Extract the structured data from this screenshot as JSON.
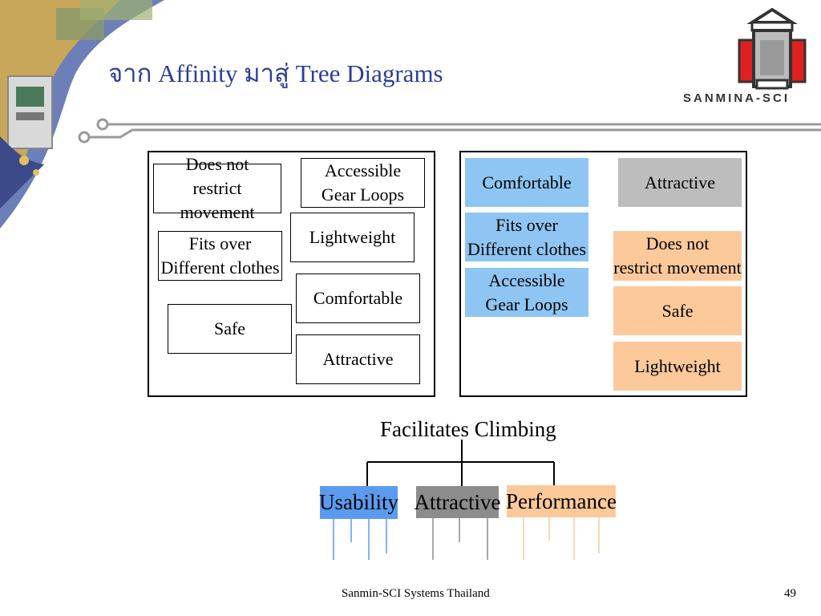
{
  "title": "จาก Affinity มาสู่ Tree Diagrams",
  "logo": {
    "text": "SANMINA-SCI"
  },
  "affinity_notes": [
    {
      "label": "Does not\nrestrict movement"
    },
    {
      "label": "Accessible\nGear Loops"
    },
    {
      "label": "Lightweight"
    },
    {
      "label": "Fits over\nDifferent clothes"
    },
    {
      "label": "Comfortable"
    },
    {
      "label": "Safe"
    },
    {
      "label": "Attractive"
    }
  ],
  "grouped_notes": {
    "usability": [
      {
        "label": "Comfortable"
      },
      {
        "label": "Fits over\nDifferent clothes"
      },
      {
        "label": "Accessible\nGear Loops"
      }
    ],
    "attractive": [
      {
        "label": "Attractive"
      }
    ],
    "performance": [
      {
        "label": "Does not\nrestrict movement"
      },
      {
        "label": "Safe"
      },
      {
        "label": "Lightweight"
      }
    ]
  },
  "tree": {
    "root": "Facilitates Climbing",
    "branches": [
      {
        "label": "Usability",
        "color": "#5b9bef"
      },
      {
        "label": "Attractive",
        "color": "#8c8c8c"
      },
      {
        "label": "Performance",
        "color": "#fcc99a"
      }
    ]
  },
  "colors": {
    "title": "#2c3e9c",
    "blue_note": "#8ec5f2",
    "gray_note": "#bdbdbd",
    "orange_note": "#fcc99a",
    "usability_line": "#5b9bef",
    "attractive_line": "#8c8c8c",
    "performance_line": "#fcc99a"
  },
  "footer": {
    "company": "Sanmin-SCI Systems Thailand",
    "page": "49"
  }
}
